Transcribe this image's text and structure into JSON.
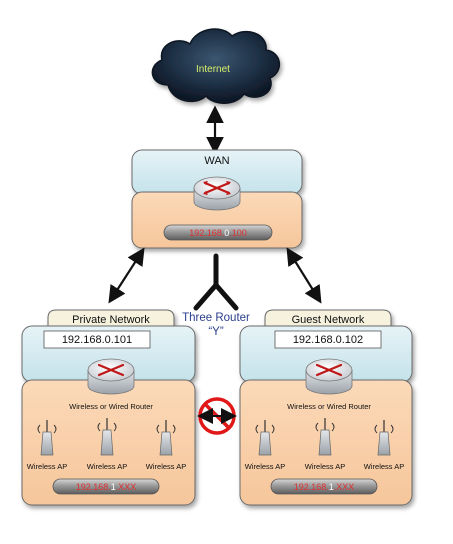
{
  "cloud": {
    "label": "Internet"
  },
  "wan": {
    "title": "WAN",
    "ip_part1": "192.168.",
    "ip_part2": "0",
    "ip_part3": ".100"
  },
  "center": {
    "line1": "Three Router",
    "line2": "“Y”"
  },
  "private_network": {
    "tab_label": "Private Network",
    "ip": "192.168.0.101",
    "router_label": "Wireless or Wired Router",
    "aps": [
      "Wireless AP",
      "Wireless AP",
      "Wireless AP"
    ],
    "subnet_part1": "192.168.",
    "subnet_part2": "1",
    "subnet_part3": ".XXX"
  },
  "guest_network": {
    "tab_label": "Guest Network",
    "ip": "192.168.0.102",
    "router_label": "Wireless or Wired Router",
    "aps": [
      "Wireless AP",
      "Wireless AP",
      "Wireless AP"
    ],
    "subnet_part1": "192.168.",
    "subnet_part2": "1",
    "subnet_part3": ".XXX"
  },
  "colors": {
    "blue_panel": "#cfe8ef",
    "peach_panel": "#f8cfa8",
    "tab": "#f6f2de",
    "ip_red": "#e03030",
    "center_text": "#2a3e8c",
    "no_sign": "#e01818"
  }
}
